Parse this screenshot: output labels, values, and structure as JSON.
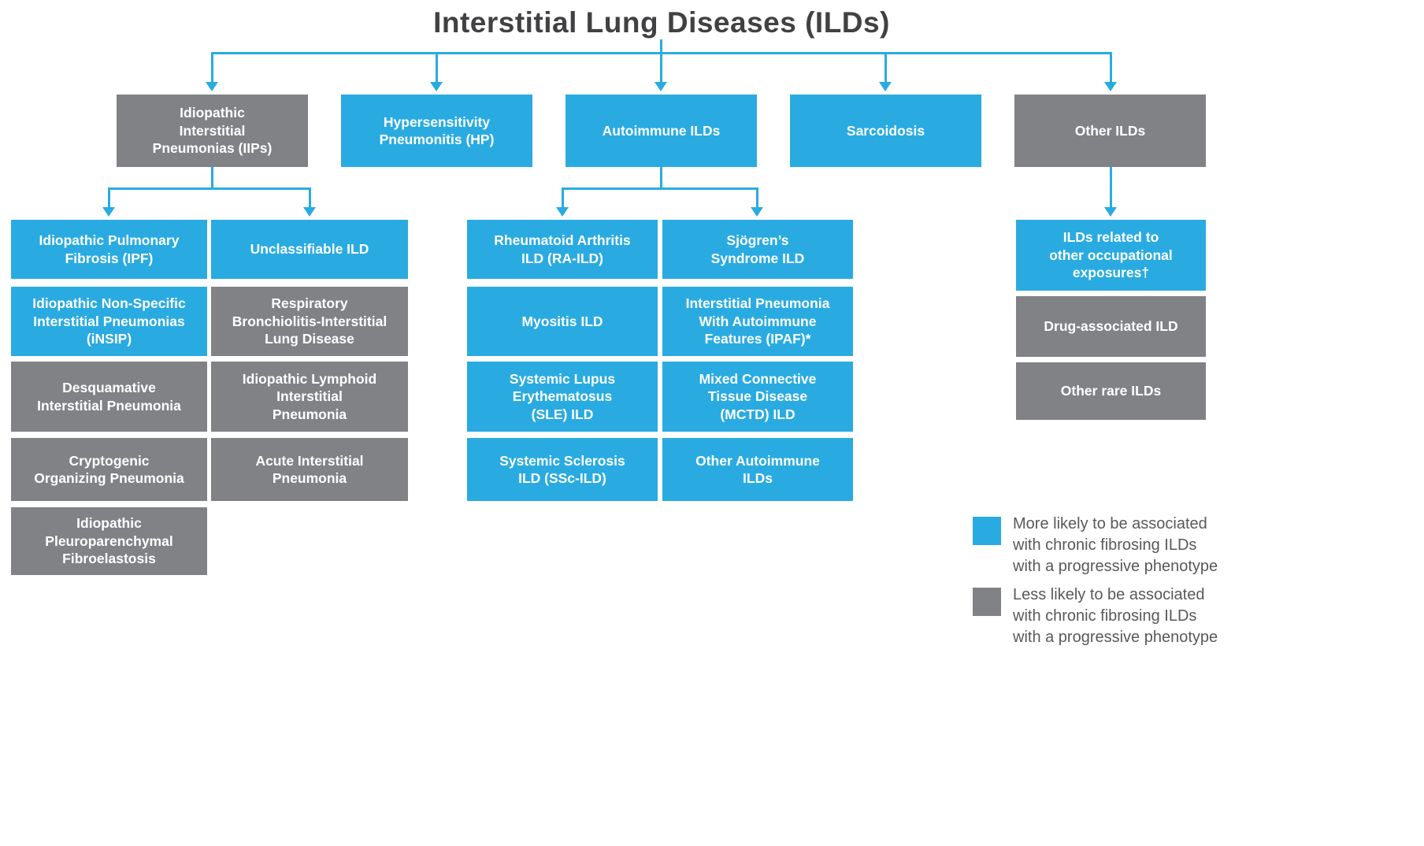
{
  "title": "Interstitial Lung Diseases (ILDs)",
  "colors": {
    "blue": "#29ABE2",
    "gray": "#808285"
  },
  "nodes": {
    "iips": "Idiopathic\nInterstitial\nPneumonias (IIPs)",
    "hp": "Hypersensitivity\nPneumonitis (HP)",
    "autoimmune": "Autoimmune ILDs",
    "sarcoidosis": "Sarcoidosis",
    "other": "Other ILDs",
    "ipf": "Idiopathic Pulmonary\nFibrosis (IPF)",
    "insip": "Idiopathic Non-Specific\nInterstitial Pneumonias\n(iNSIP)",
    "dip": "Desquamative\nInterstitial Pneumonia",
    "cop": "Cryptogenic\nOrganizing Pneumonia",
    "ippfe": "Idiopathic\nPleuroparenchymal\nFibroelastosis",
    "unclassifiable": "Unclassifiable ILD",
    "rbild": "Respiratory\nBronchiolitis-Interstitial\nLung Disease",
    "lip": "Idiopathic Lymphoid\nInterstitial\nPneumonia",
    "aip": "Acute Interstitial\nPneumonia",
    "raild": "Rheumatoid Arthritis\nILD (RA-ILD)",
    "myositis": "Myositis ILD",
    "sle": "Systemic Lupus\nErythematosus\n(SLE) ILD",
    "ssc": "Systemic Sclerosis\nILD (SSc-ILD)",
    "sjogren": "Sjögren’s\nSyndrome ILD",
    "ipaf": "Interstitial Pneumonia\nWith Autoimmune\nFeatures (IPAF)*",
    "mctd": "Mixed Connective\nTissue Disease\n(MCTD) ILD",
    "other_autoimmune": "Other Autoimmune\nILDs",
    "occupational": "ILDs related to\nother occupational\nexposures†",
    "drug": "Drug-associated ILD",
    "other_rare": "Other rare ILDs"
  },
  "legend": {
    "more": "More likely to be associated\nwith chronic fibrosing ILDs\nwith a progressive phenotype",
    "less": "Less likely to be associated\nwith chronic fibrosing ILDs\nwith a progressive phenotype"
  }
}
